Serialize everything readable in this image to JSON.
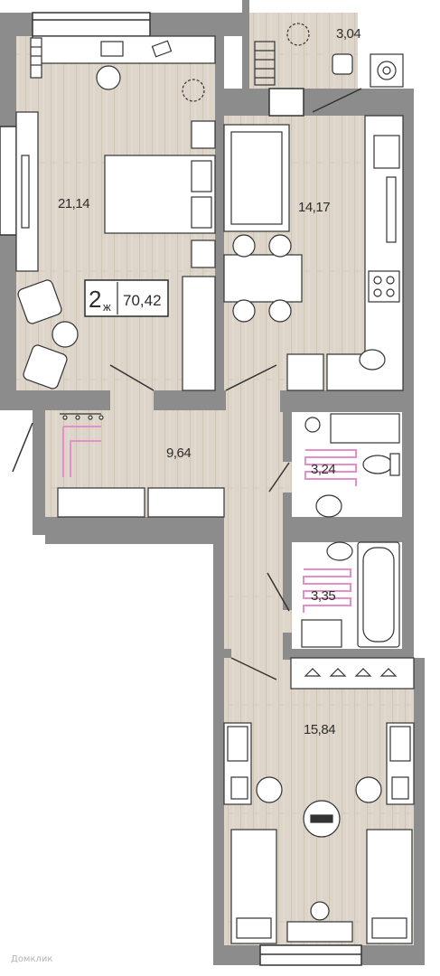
{
  "apartment": {
    "room_count": "2",
    "room_suffix": "ж",
    "total_area": "70,42"
  },
  "rooms": {
    "balcony": {
      "area": "3,04"
    },
    "bedroom": {
      "area": "21,14"
    },
    "kitchen_living": {
      "area": "14,17"
    },
    "hallway": {
      "area": "9,64"
    },
    "wc": {
      "area": "3,24"
    },
    "bathroom": {
      "area": "3,35"
    },
    "kids_room": {
      "area": "15,84"
    }
  },
  "watermark": {
    "text": "Домклик"
  },
  "colors": {
    "wall": "#8c8c8c",
    "floor": "#ddd5c9",
    "tile": "#ffffff",
    "accent": "#e58fc8",
    "furniture": "#ffffff",
    "line": "#333333"
  }
}
